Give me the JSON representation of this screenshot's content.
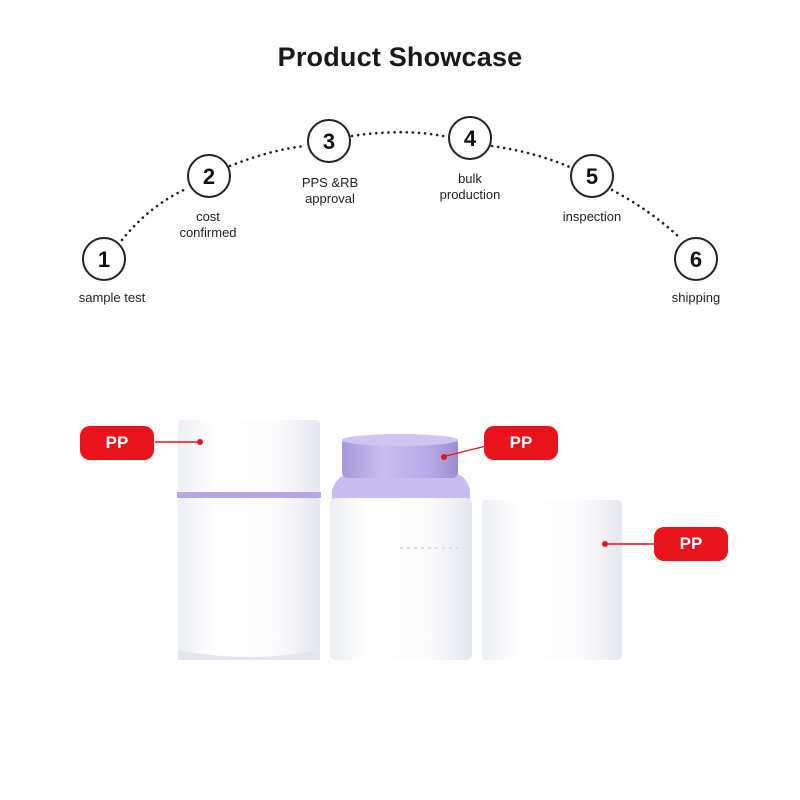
{
  "title": "Product Showcase",
  "steps": [
    {
      "number": "1",
      "label": "sample test"
    },
    {
      "number": "2",
      "label": "cost\nconfirmed"
    },
    {
      "number": "3",
      "label": "PPS &RB\napproval"
    },
    {
      "number": "4",
      "label": "bulk\nproduction"
    },
    {
      "number": "5",
      "label": "inspection"
    },
    {
      "number": "6",
      "label": "shipping"
    }
  ],
  "material_tags": [
    {
      "text": "PP",
      "part": "outer cap"
    },
    {
      "text": "PP",
      "part": "inner cap"
    },
    {
      "text": "PP",
      "part": "bottle body"
    }
  ],
  "colors": {
    "badge": "#e8131b",
    "accent_purple": "#b3a0e0",
    "bottle": "#f7f8fb"
  }
}
